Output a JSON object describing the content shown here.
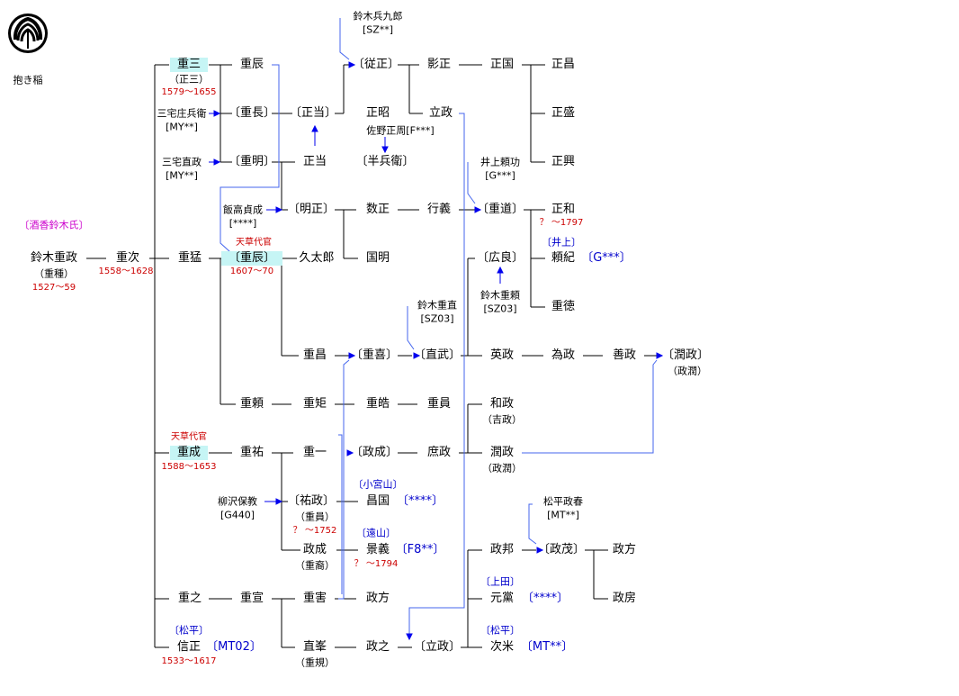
{
  "crest": {
    "label": "抱き稲"
  },
  "clan": "〔酒香鈴木氏〕",
  "persons": {
    "shigemasa": {
      "name": "鈴木重政",
      "alias": "（重種）",
      "dates": "1527～59"
    },
    "shigetsugu": {
      "name": "重次",
      "dates": "1558～1628"
    },
    "shigemou": {
      "name": "重猛"
    },
    "shigezou": {
      "name": "重三",
      "alias": "（正三）",
      "dates": "1579～1655"
    },
    "shigetoki1": {
      "name": "重辰"
    },
    "shigenaga": {
      "name": "〔重長〕"
    },
    "shigeaki": {
      "name": "〔重明〕"
    },
    "shigetoki2": {
      "name": "〔重辰〕",
      "title": "天草代官",
      "dates": "1607～70"
    },
    "shigenari": {
      "name": "重成",
      "title": "天草代官",
      "dates": "1588～1653"
    },
    "shigeyuki": {
      "name": "重之"
    },
    "nobumasa": {
      "name": "信正",
      "clan": "〔松平〕",
      "code": "〔MT02〕",
      "dates": "1533～1617"
    },
    "masamune1": {
      "name": "〔正当〕"
    },
    "masamune2": {
      "name": "正当"
    },
    "akimasa": {
      "name": "〔明正〕"
    },
    "kyutaro": {
      "name": "久太郎"
    },
    "jusho": {
      "name": "〔従正〕"
    },
    "masaaki": {
      "name": "正昭"
    },
    "kagemasa": {
      "name": "影正"
    },
    "ryusei1": {
      "name": "立政"
    },
    "masakuni": {
      "name": "正国"
    },
    "masaaki2": {
      "name": "正昌"
    },
    "masamori": {
      "name": "正盛"
    },
    "masaoki": {
      "name": "正興"
    },
    "hanbee": {
      "name": "〔半兵衛〕"
    },
    "kazumasa": {
      "name": "数正"
    },
    "kunitaka": {
      "name": "国明"
    },
    "yukiyoshi": {
      "name": "行義"
    },
    "shigemichi": {
      "name": "〔重道〕"
    },
    "masakazu": {
      "name": "正和",
      "dates": "？ ～1797"
    },
    "hiroyoshi": {
      "name": "〔広良〕"
    },
    "yorinori": {
      "name": "頼紀",
      "clan": "〔井上〕",
      "code": "〔G***〕"
    },
    "shigenori": {
      "name": "重徳"
    },
    "shigemasa2": {
      "name": "重昌"
    },
    "shigeyoshi": {
      "name": "〔重喜〕"
    },
    "naotake": {
      "name": "〔直武〕"
    },
    "hidemasa": {
      "name": "英政"
    },
    "tamemasa": {
      "name": "為政"
    },
    "yoshimasa": {
      "name": "善政"
    },
    "junsei": {
      "name": "〔潤政〕",
      "alias": "（政潤）"
    },
    "shigeyori": {
      "name": "重頼"
    },
    "shigenori2": {
      "name": "重矩"
    },
    "shigeakira": {
      "name": "重皓"
    },
    "shigekazu": {
      "name": "重員"
    },
    "wasei": {
      "name": "和政",
      "alias": "（吉政）"
    },
    "shigesuke": {
      "name": "重祐"
    },
    "juichi": {
      "name": "重一"
    },
    "masanari1": {
      "name": "〔政成〕"
    },
    "shomasa": {
      "name": "庶政"
    },
    "junsei2": {
      "name": "潤政",
      "alias": "（政潤）"
    },
    "yusei": {
      "name": "〔祐政〕",
      "alias": "（重員）",
      "dates": "？ ～1752"
    },
    "masakuni2": {
      "name": "昌国",
      "clan": "〔小宮山〕",
      "code": "〔****〕"
    },
    "masanari2": {
      "name": "政成",
      "alias": "（重裔）"
    },
    "kageyoshi": {
      "name": "景義",
      "clan": "〔遠山〕",
      "code": "〔F8**〕",
      "dates": "？ ～1794"
    },
    "shigenobu": {
      "name": "重宣"
    },
    "shigekatsu": {
      "name": "重害"
    },
    "masakata1": {
      "name": "政方"
    },
    "naotaka": {
      "name": "直峯",
      "alias": "（重規）"
    },
    "masayuki": {
      "name": "政之"
    },
    "ryusei2": {
      "name": "〔立政〕"
    },
    "masakuni3": {
      "name": "政邦"
    },
    "masashige": {
      "name": "〔政茂〕"
    },
    "masakata2": {
      "name": "政方"
    },
    "masafusa": {
      "name": "政房"
    },
    "mototo": {
      "name": "元黨",
      "clan": "〔上田〕",
      "code": "〔****〕"
    },
    "tsugiyone": {
      "name": "次米",
      "clan": "〔松平〕",
      "code": "〔MT**〕"
    }
  },
  "adopters": [
    {
      "name": "鈴木兵九郎",
      "code": "[SZ**]"
    },
    {
      "name": "三宅庄兵衛",
      "code": "[MY**]"
    },
    {
      "name": "三宅直政",
      "code": "[MY**]"
    },
    {
      "name": "飯高貞成",
      "code": "[****]"
    },
    {
      "name": "佐野正周[F***]"
    },
    {
      "name": "井上頼功",
      "code": "[G***]"
    },
    {
      "name": "鈴木重直",
      "code": "[SZ03]"
    },
    {
      "name": "鈴木重頼",
      "code": "[SZ03]"
    },
    {
      "name": "柳沢保教",
      "code": "[G440]"
    },
    {
      "name": "松平政春",
      "code": "[MT**]"
    }
  ],
  "colors": {
    "line": "#000000",
    "adopt": "#4466ee",
    "arrow": "#0000ee",
    "date": "#cc0000",
    "clanlabel": "#cc00cc",
    "highlight": "#c6f5f5"
  }
}
